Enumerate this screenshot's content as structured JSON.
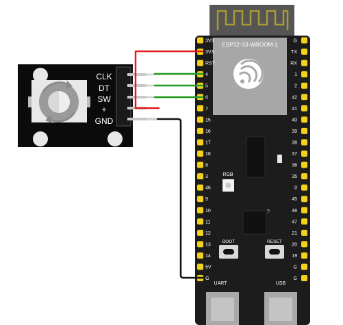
{
  "encoder": {
    "pins": [
      "CLK",
      "DT",
      "SW",
      "+",
      "GND"
    ]
  },
  "board": {
    "module_label": "ESP32-S3-WROOM-1",
    "left_pins": [
      "3V3",
      "3V3",
      "RST",
      "4",
      "5",
      "6",
      "7",
      "15",
      "16",
      "17",
      "18",
      "8",
      "3",
      "46",
      "9",
      "10",
      "11",
      "12",
      "13",
      "14",
      "5V",
      "G"
    ],
    "right_pins": [
      "G",
      "TX",
      "RX",
      "1",
      "2",
      "42",
      "41",
      "40",
      "39",
      "38",
      "37",
      "36",
      "35",
      "0",
      "45",
      "48",
      "47",
      "21",
      "20",
      "19",
      "G",
      "G"
    ],
    "rgb_label": "RGB",
    "boot_label": "BOOT",
    "reset_label": "RESET",
    "uart_label": "UART",
    "usb_label": "USB"
  },
  "colors": {
    "board": "#1c1c1c",
    "pin_pad": "#f2d21b",
    "wire_power": "#e3191c",
    "wire_signal": "#1f9c1f",
    "wire_ground": "#111111",
    "wire_idle": "#d0d0d0"
  }
}
